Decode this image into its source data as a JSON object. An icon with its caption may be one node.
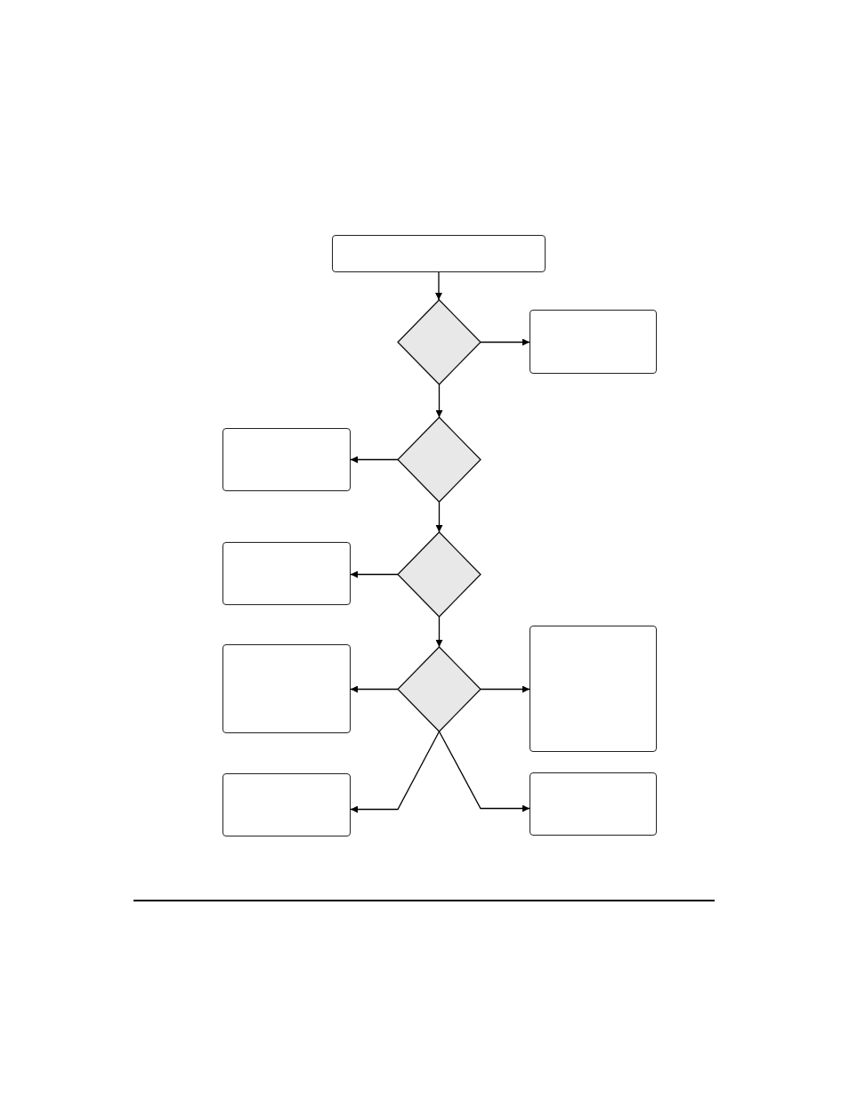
{
  "diagram": {
    "nodes": [
      {
        "text": [],
        "shape": "box"
      },
      {
        "text": [],
        "shape": "diamond"
      },
      {
        "text": [],
        "shape": "box"
      },
      {
        "text": [],
        "shape": "diamond"
      },
      {
        "text": [],
        "shape": "box"
      },
      {
        "text": [],
        "shape": "diamond"
      },
      {
        "text": [],
        "shape": "box"
      },
      {
        "text": [],
        "shape": "diamond"
      },
      {
        "text": [],
        "shape": "box"
      },
      {
        "text": [],
        "shape": "box"
      },
      {
        "text": [],
        "shape": "box"
      },
      {
        "text": [],
        "shape": "box"
      }
    ],
    "edges": [
      {
        "from": 0,
        "to": 1,
        "arrow": "to"
      },
      {
        "from": 1,
        "to": 2,
        "arrow": "to"
      },
      {
        "from": 1,
        "to": 3,
        "arrow": "to"
      },
      {
        "from": 3,
        "to": 4,
        "arrow": "to"
      },
      {
        "from": 3,
        "to": 5,
        "arrow": "to"
      },
      {
        "from": 5,
        "to": 6,
        "arrow": "to"
      },
      {
        "from": 5,
        "to": 7,
        "arrow": "to"
      },
      {
        "from": 7,
        "to": 8,
        "arrow": "to"
      },
      {
        "from": 7,
        "to": 9,
        "arrow": "to"
      },
      {
        "from": 7,
        "to": 10,
        "arrow": "to"
      },
      {
        "from": 7,
        "to": 11,
        "arrow": "to"
      }
    ]
  }
}
